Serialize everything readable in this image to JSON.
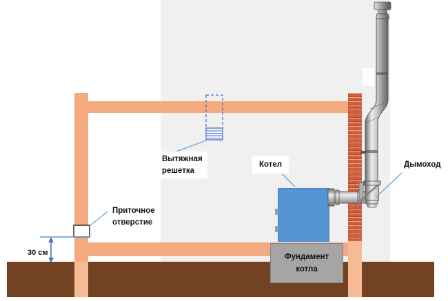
{
  "diagram": {
    "title_hint": "boiler-room-ventilation-scheme",
    "labels": {
      "exhaust_grille_line1": "Вытяжная",
      "exhaust_grille_line2": "решетка",
      "boiler": "Котел",
      "chimney": "Дымоход",
      "supply_opening_line1": "Приточное",
      "supply_opening_line2": "отверстие",
      "foundation_line1": "Фундамент",
      "foundation_line2": "котла",
      "clearance": "30 см"
    },
    "colors": {
      "frame_wood": "#f3aa80",
      "frame_wood_light": "#f6bb94",
      "brick": "#d2603e",
      "ground": "#734222",
      "boiler_blue": "#5494d2",
      "foundation_gray": "#a5a5a5",
      "backdrop_gray": "#f0f0f1",
      "annotation_blue": "#6fa8dc",
      "dimension_blue": "#4472c4",
      "metal_light": "#ededed",
      "metal_dark": "#6a6a6a"
    }
  }
}
